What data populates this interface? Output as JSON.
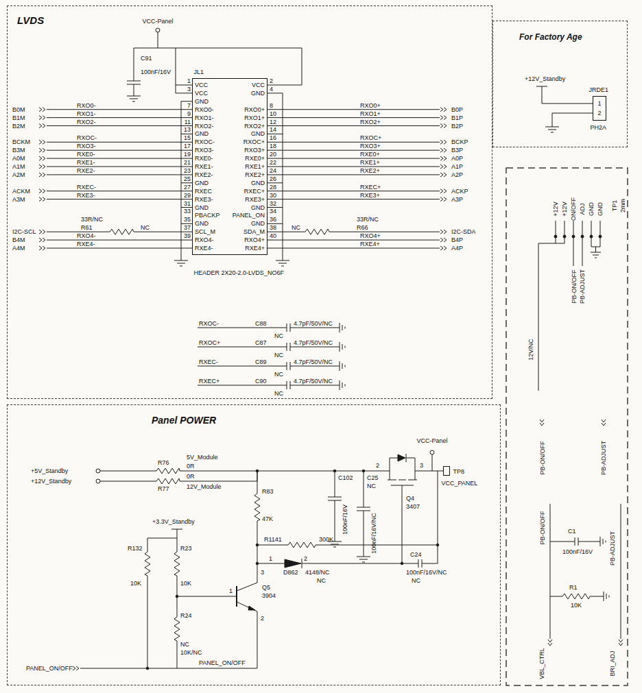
{
  "diagram": {
    "nodes": [
      {
        "text": [
          "LVDS"
        ]
      },
      {
        "text": [
          "JL1",
          "HEADER 2X20-2.0-LVDS_NO6F"
        ],
        "in": 0
      },
      {
        "text": [
          "For Factory Age"
        ]
      },
      {
        "text": [
          "JRDE1",
          "PH2A"
        ],
        "in": 2
      },
      {
        "text": [
          "Panel POWER"
        ]
      },
      {
        "text": [
          "TP8",
          "VCC_PANEL"
        ],
        "in": 4
      }
    ],
    "labels": [
      "VCC",
      "VCC",
      "GND",
      "RXO0-",
      "RXO1-",
      "RXO2-",
      "GND",
      "RXOC-",
      "RXO3-",
      "RXE0-",
      "RXE1-",
      "RXE2-",
      "GND",
      "RXEC",
      "RXE3-",
      "GND",
      "PBACKP",
      "GND",
      "SCL_M",
      "RXO4-",
      "RXE4-",
      "VCC",
      "GND",
      "RXO0+",
      "RXO1+",
      "RXO2+",
      "GND",
      "RXOC+",
      "RXO3+",
      "RXE0+",
      "RXE1+",
      "RXE2+",
      "GND",
      "RXEC+",
      "RXE3+",
      "GND",
      "PANEL_ON",
      "GND",
      "SDA_M",
      "RXO4+",
      "RXE4+",
      "1",
      "3",
      "7",
      "9",
      "11",
      "13",
      "15",
      "17",
      "19",
      "21",
      "23",
      "25",
      "27",
      "29",
      "31",
      "33",
      "35",
      "37",
      "39",
      "2",
      "4",
      "8",
      "10",
      "12",
      "14",
      "16",
      "18",
      "20",
      "22",
      "24",
      "26",
      "28",
      "30",
      "32",
      "34",
      "36",
      "38",
      "40",
      "VCC-Panel",
      "C91",
      "100nF/16V",
      "B0M",
      "B1M",
      "B2M",
      "BCKM",
      "B3M",
      "A0M",
      "A1M",
      "A2M",
      "ACKM",
      "A3M",
      "I2C-SCL",
      "B4M",
      "A4M",
      "RXO0-",
      "RXO1-",
      "RXO2-",
      "RXOC-",
      "RXO3-",
      "RXE0-",
      "RXE1-",
      "RXE2-",
      "RXEC-",
      "RXE3-",
      "RXO4-",
      "RXE4-",
      "33R/NC",
      "R61",
      "NC",
      "RXO0+",
      "RXO1+",
      "RXO2+",
      "RXOC+",
      "RXO3+",
      "RXE0+",
      "RXE1+",
      "RXE2+",
      "RXEC+",
      "RXE3+",
      "33R/NC",
      "R66",
      "NC",
      "RXO4+",
      "RXE4+",
      "B0P",
      "B1P",
      "B2P",
      "BCKP",
      "B3P",
      "A0P",
      "A1P",
      "A2P",
      "ACKP",
      "A3P",
      "I2C-SDA",
      "B4P",
      "A4P",
      "RXOC-",
      "C88",
      "4.7pF/50V/NC",
      "NC",
      "RXOC+",
      "C87",
      "4.7pF/50V/NC",
      "NC",
      "RXEC-",
      "C89",
      "4.7pF/50V/NC",
      "NC",
      "RXEC+",
      "C90",
      "4.7pF/50V/NC",
      "NC",
      "+12V_Standby",
      "1",
      "2",
      "+12V",
      "+12V",
      "ON/OFF",
      "ADJ",
      "GND",
      "GND",
      "TP1",
      "2mm",
      "PB-ON/OFF",
      "PB-ADJUST",
      "12V/NC",
      "PB-ON/OFF",
      "PB-ADJUST",
      "PB-ON/OFF",
      "C1",
      "100nF/16V",
      "R1",
      "10K",
      "VBL_CTRL",
      "PB-ADJUST",
      "BRI_ADJ",
      "+5V_Standby",
      "+12V_Standby",
      "R76",
      "5V_Module",
      "0R",
      "R77",
      "0R",
      "12V_Module",
      "VCC-Panel",
      "2",
      "3",
      "Q4",
      "3407",
      "C102",
      "100nF/16V",
      "C25",
      "NC",
      "100nF/16V/NC",
      "R83",
      "47K",
      "+3.3V_Standby",
      "R1141",
      "300K",
      "1",
      "2",
      "D862",
      "4148/NC",
      "NC",
      "C24",
      "100nF/16V/NC",
      "NC",
      "R132",
      "R23",
      "10K",
      "10K",
      "3",
      "Q5",
      "3904",
      "1",
      "2",
      "R24",
      "NC",
      "10K/NC",
      "PANEL_ON/OFF",
      "PANEL_ON/OFF"
    ]
  }
}
